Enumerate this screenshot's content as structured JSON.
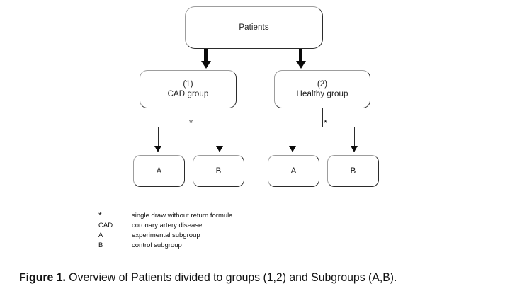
{
  "figure": {
    "nodes": {
      "root": {
        "label": "Patients"
      },
      "group1": {
        "number": "(1)",
        "name": "CAD group"
      },
      "group2": {
        "number": "(2)",
        "name": "Healthy group"
      },
      "sub_a1": {
        "label": "A"
      },
      "sub_b1": {
        "label": "B"
      },
      "sub_a2": {
        "label": "A"
      },
      "sub_b2": {
        "label": "B"
      }
    },
    "markers": {
      "split1": "*",
      "split2": "*"
    },
    "legend": [
      {
        "key": "*",
        "desc": "single draw without return formula"
      },
      {
        "key": "CAD",
        "desc": "coronary artery disease"
      },
      {
        "key": "A",
        "desc": "experimental subgroup"
      },
      {
        "key": "B",
        "desc": "control subgroup"
      }
    ],
    "caption": {
      "strong": "Figure 1.",
      "rest": " Overview of Patients divided to groups (1,2) and Subgroups (A,B)."
    },
    "colors": {
      "line": "#2b2b2b",
      "arrow": "#0a0a0a",
      "box_border_light": "#9d9d9d",
      "box_border_dark": "#2b2b2b",
      "text": "#111111",
      "background": "#ffffff"
    }
  }
}
